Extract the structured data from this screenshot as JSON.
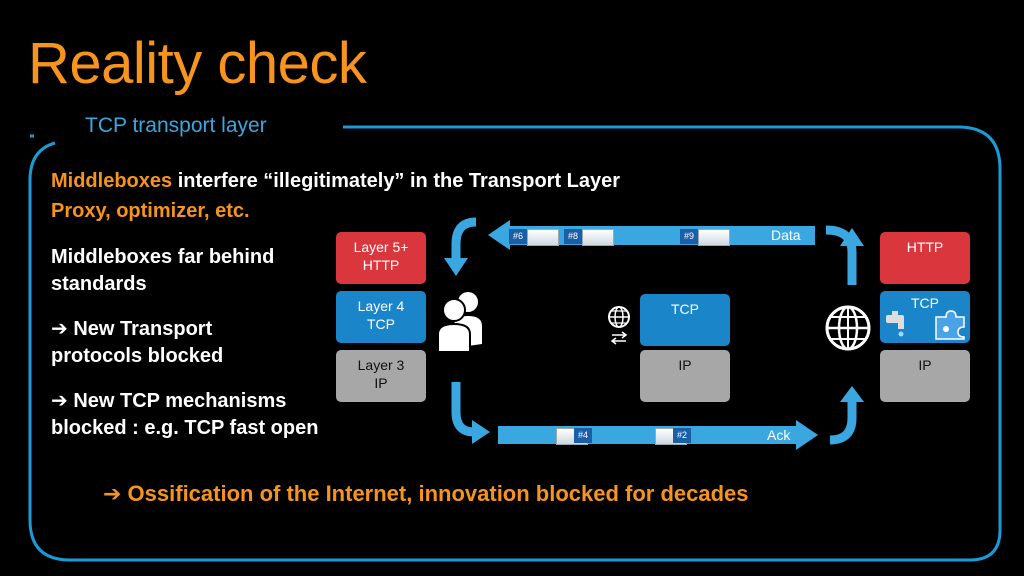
{
  "title": "Reality check",
  "subtitle": "TCP  transport layer",
  "headline": {
    "highlight": "Middleboxes",
    "rest": " interfere “illegitimately” in the Transport Layer",
    "line2": "Proxy, optimizer, etc."
  },
  "bullets": {
    "b1": "Middleboxes far behind standards",
    "b2": "➔ New Transport protocols blocked",
    "b3_line1": "➔ New TCP mechanisms",
    "b3_line2": "blocked :  e.g. TCP fast open"
  },
  "conclusion": "➔ Ossification of the Internet, innovation blocked for decades",
  "diagram": {
    "left_stack": {
      "layer5": "Layer 5+\nHTTP",
      "layer4": "Layer 4\nTCP",
      "layer3": "Layer 3\nIP"
    },
    "middle_stack": {
      "tcp": "TCP",
      "ip": "IP"
    },
    "right_stack": {
      "http": "HTTP",
      "tcp": "TCP",
      "ip": "IP"
    },
    "data_label": "Data",
    "ack_label": "Ack",
    "data_packets": [
      "#6",
      "#8",
      "#9"
    ],
    "ack_packets": [
      "#4",
      "#2"
    ],
    "icons": [
      "users-icon",
      "globe-icon",
      "globe-icon",
      "faucet-icon",
      "puzzle-icon"
    ]
  },
  "colors": {
    "accent": "#f7941d",
    "frame": "#1a9ad6",
    "red": "#d9363e",
    "blue": "#1a85c8",
    "grey": "#a7a7a7"
  }
}
